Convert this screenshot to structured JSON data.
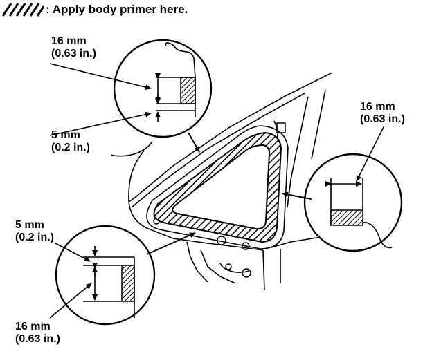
{
  "legend": {
    "text": ": Apply body primer here."
  },
  "callouts": {
    "top_left": {
      "dim_top_mm": "16 mm",
      "dim_top_in": "(0.63 in.)",
      "dim_bottom_mm": "5 mm",
      "dim_bottom_in": "(0.2 in.)"
    },
    "right": {
      "dim_mm": "16 mm",
      "dim_in": "(0.63 in.)"
    },
    "bottom_left": {
      "dim_top_mm": "5 mm",
      "dim_top_in": "(0.2 in.)",
      "dim_bottom_mm": "16 mm",
      "dim_bottom_in": "(0.63 in.)"
    }
  },
  "colors": {
    "ink": "#000000",
    "paper": "#ffffff"
  }
}
